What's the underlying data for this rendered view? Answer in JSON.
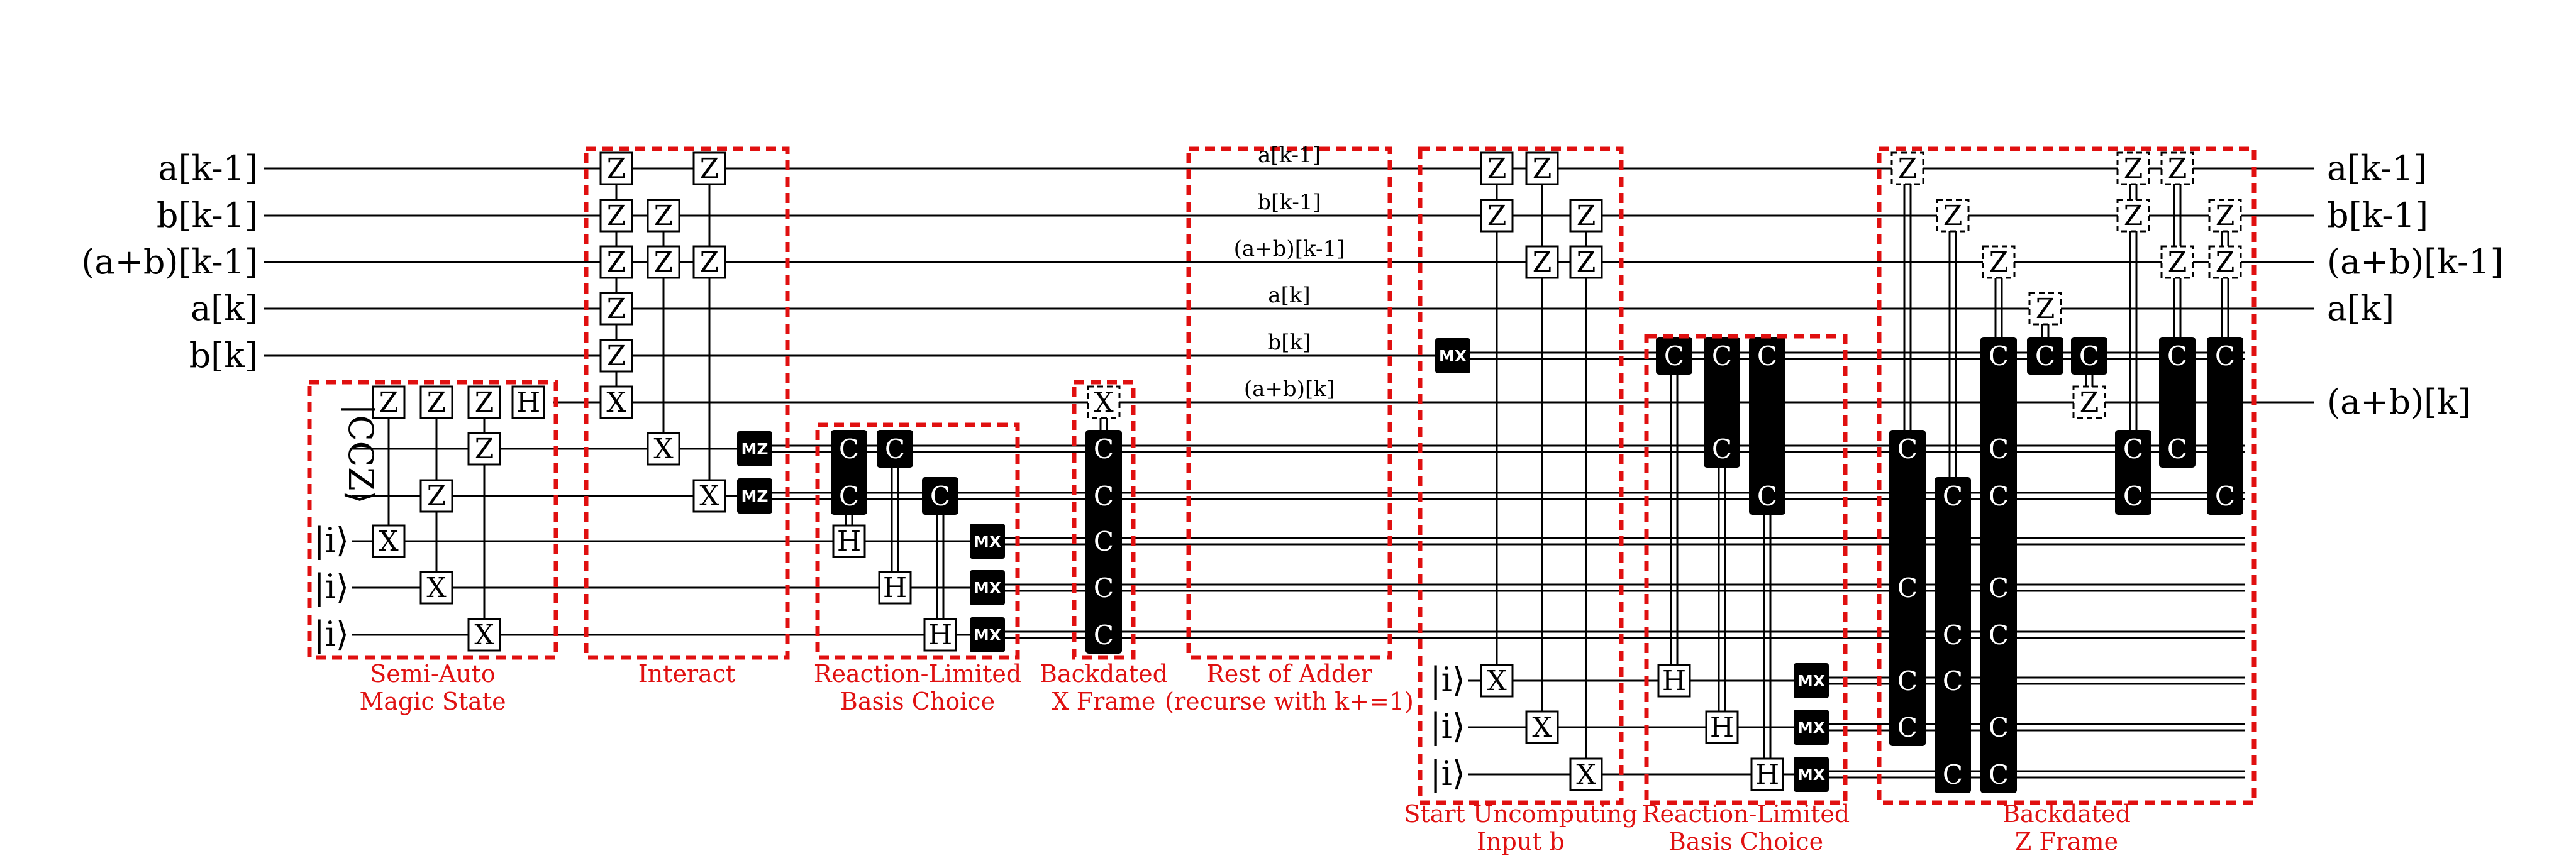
{
  "qubit_labels_left": [
    "a[k-1]",
    "b[k-1]",
    "(a+b)[k-1]",
    "a[k]",
    "b[k]"
  ],
  "qubit_labels_right": [
    "a[k-1]",
    "b[k-1]",
    "(a+b)[k-1]",
    "a[k]",
    "(a+b)[k]"
  ],
  "mid_labels": [
    "a[k-1]",
    "b[k-1]",
    "(a+b)[k-1]",
    "a[k]",
    "b[k]",
    "(a+b)[k]"
  ],
  "ket_i": "|i⟩",
  "ccz_state": "|CCZ⟩",
  "gate_text": {
    "z": "Z",
    "x": "X",
    "h": "H",
    "c": "C",
    "mz": "MZ",
    "mx": "MX"
  },
  "groups": [
    {
      "caption": [
        "Semi-Auto",
        "Magic State"
      ]
    },
    {
      "caption": [
        "Interact"
      ]
    },
    {
      "caption": [
        "Reaction-Limited",
        "Basis Choice"
      ]
    },
    {
      "caption": [
        "Backdated",
        "X Frame"
      ]
    },
    {
      "caption": [
        "Rest of Adder",
        "(recurse with k+=1)"
      ]
    },
    {
      "caption": [
        "Start Uncomputing",
        "Input b"
      ]
    },
    {
      "caption": [
        "Reaction-Limited",
        "Basis Choice"
      ]
    },
    {
      "caption": [
        "Backdated",
        "Z Frame"
      ]
    }
  ],
  "colors": {
    "group_outline": "#e01010",
    "wire": "#000000",
    "classical_gate": "#000000"
  }
}
